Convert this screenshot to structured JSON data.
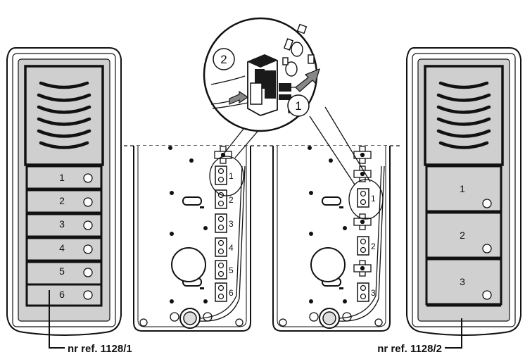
{
  "panel_left": {
    "buttons": [
      "1",
      "2",
      "3",
      "4",
      "5",
      "6"
    ],
    "reference": "nr ref. 1128/1"
  },
  "panel_right": {
    "buttons": [
      "1",
      "2",
      "3"
    ],
    "reference": "nr ref. 1128/2"
  },
  "module_left": {
    "terminals": [
      "1",
      "2",
      "3",
      "4",
      "5",
      "6"
    ]
  },
  "module_right": {
    "terminals": [
      "1",
      "2",
      "3"
    ]
  },
  "detail": {
    "step_1": "1",
    "step_2": "2"
  },
  "colors": {
    "panel_fill": "#d0d0d0",
    "dark": "#1a1a1a",
    "frame": "#ffffff"
  }
}
